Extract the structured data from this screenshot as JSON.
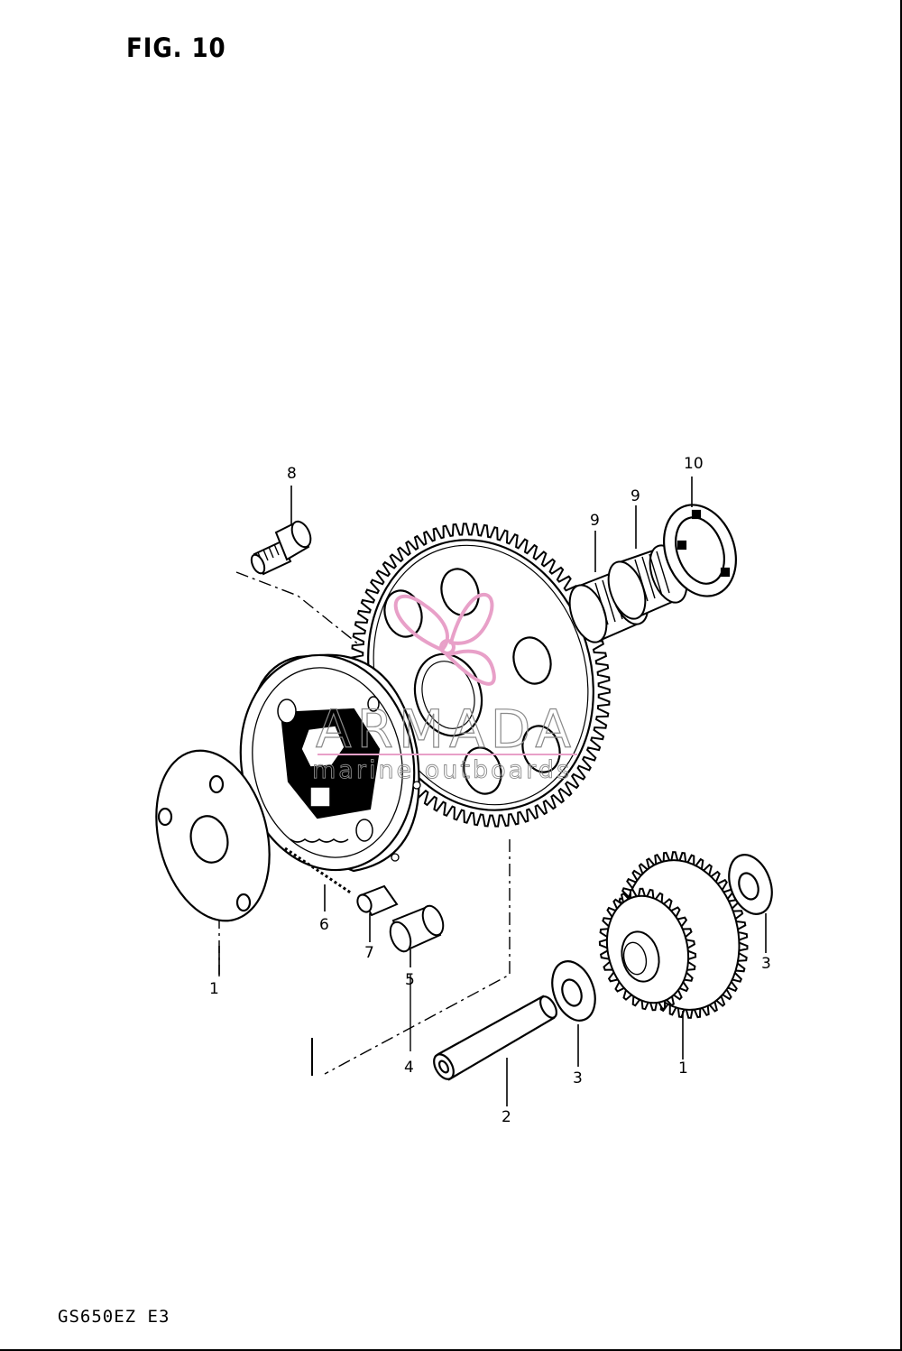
{
  "figure": {
    "title": "FIG. 10",
    "model_code": "GS650EZ E3"
  },
  "watermark": {
    "brand": "ARMADA",
    "tagline": "marine outboards",
    "logo_icon": "propeller-icon",
    "logo_color": "#e8a0c8",
    "text_color": "#8a8a8a"
  },
  "callouts": [
    {
      "id": "c8",
      "label": "8"
    },
    {
      "id": "c10",
      "label": "10"
    },
    {
      "id": "c9a",
      "label": "9"
    },
    {
      "id": "c9b",
      "label": "9"
    },
    {
      "id": "c6",
      "label": "6"
    },
    {
      "id": "c7",
      "label": "7"
    },
    {
      "id": "c5",
      "label": "5"
    },
    {
      "id": "c1a",
      "label": "1"
    },
    {
      "id": "c4",
      "label": "4"
    },
    {
      "id": "c2",
      "label": "2"
    },
    {
      "id": "c3a",
      "label": "3"
    },
    {
      "id": "c1b",
      "label": "1"
    },
    {
      "id": "c3b",
      "label": "3"
    }
  ]
}
